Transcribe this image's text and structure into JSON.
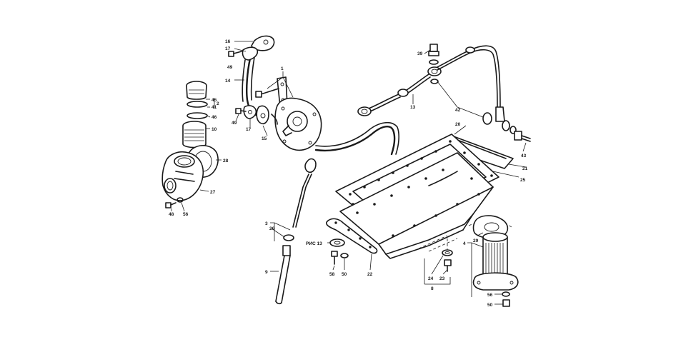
{
  "labels": {
    "l16": "16",
    "l17a": "17",
    "l49a": "49",
    "l14": "14",
    "l1": "1",
    "l49b": "49",
    "l17b": "17",
    "l15": "15",
    "l45": "45",
    "l41": "41",
    "l2": "2",
    "l46": "46",
    "l10": "10",
    "l28": "28",
    "l27": "27",
    "l48": "48",
    "l56a": "56",
    "l39": "39",
    "l13": "13",
    "l42": "42",
    "l20": "20",
    "l43": "43",
    "l21": "21",
    "l25": "25",
    "l3": "3",
    "l26": "26",
    "l9": "9",
    "lpnc": "РИС 13",
    "l58": "58",
    "l50a": "50",
    "l22": "22",
    "l24": "24",
    "l23": "23",
    "l8": "8",
    "l4": "4",
    "l29": "29",
    "l56b": "56",
    "l50b": "50"
  }
}
